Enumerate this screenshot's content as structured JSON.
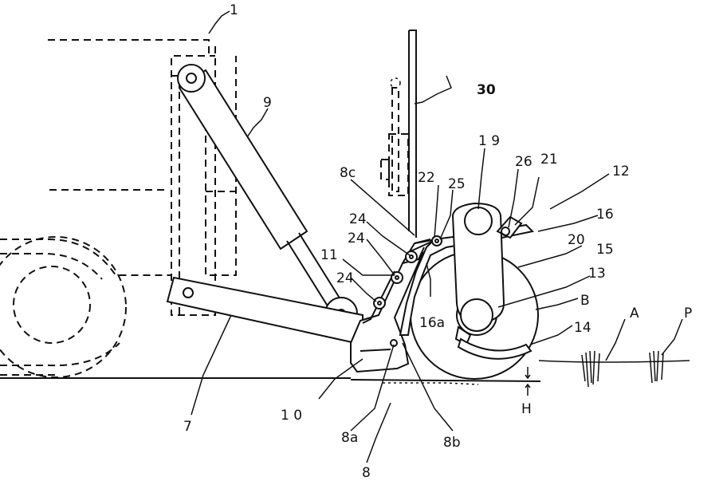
{
  "figure": {
    "labels": {
      "tractor": "1",
      "frame": "8",
      "frame_a": "8a",
      "frame_b": "8b",
      "frame_c": "8c",
      "cylinder": "9",
      "lower_link": "7",
      "arm": "1 0",
      "pivot_11": "11",
      "unit": "12",
      "axis": "13",
      "shoe": "14",
      "drum": "15",
      "cover": "16",
      "cover_a": "16a",
      "top_pivot": "1 9",
      "link": "20",
      "pin_21": "21",
      "pin_22": "22",
      "hole_24_top": "24",
      "hole_24_mid": "24",
      "hole_24_bot": "24",
      "pin_25": "25",
      "pin_26": "26",
      "post": "30",
      "rotation": "B",
      "soil": "A",
      "plant": "P",
      "depth": "H"
    }
  }
}
